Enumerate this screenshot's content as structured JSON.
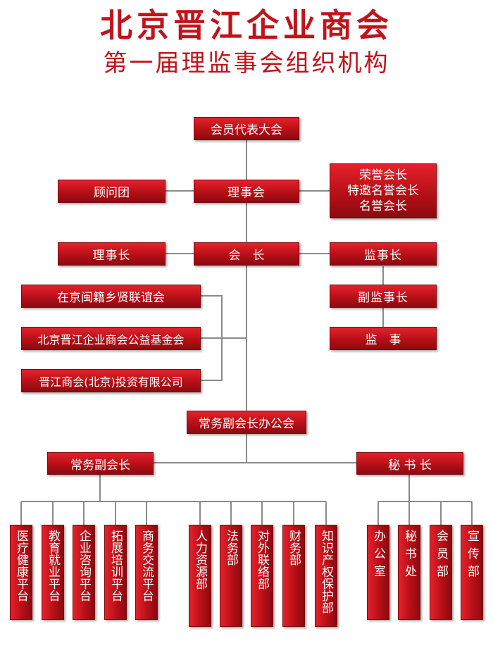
{
  "title": "北京晋江企业商会",
  "subtitle": "第一届理监事会组织机构",
  "nodes": {
    "congress": "会员代表大会",
    "board": "理事会",
    "advisors": "顾问团",
    "honorary": [
      "荣誉会长",
      "特邀名誉会长",
      "名誉会长"
    ],
    "chairman_board": "理事长",
    "president": "会　长",
    "chief_supervisor": "监事长",
    "vice_supervisor": "副监事长",
    "supervisor": "监　事",
    "assoc1": "在京闽籍乡贤联谊会",
    "assoc2": "北京晋江企业商会公益基金会",
    "assoc3": "晋江商会(北京)投资有限公司",
    "office_meeting": "常务副会长办公会",
    "exec_vp": "常务副会长",
    "secretary_general": "秘 书 长"
  },
  "platforms": [
    "医疗健康平台",
    "教育就业平台",
    "企业咨询平台",
    "拓展培训平台",
    "商务交流平台"
  ],
  "departments": [
    "人力资源部",
    "法务部",
    "对外联络部",
    "财务部",
    "知识产权保护部"
  ],
  "secretariat": [
    "办公室",
    "秘书处",
    "会员部",
    "宣传部"
  ],
  "colors": {
    "accent": "#c0141c",
    "line": "#8a8a8a"
  }
}
